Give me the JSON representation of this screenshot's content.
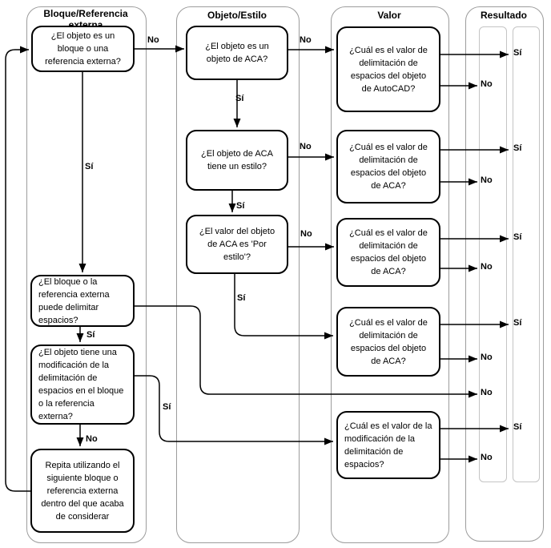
{
  "lanes": [
    {
      "title": "Bloque/Referencia externa"
    },
    {
      "title": "Objeto/Estilo"
    },
    {
      "title": "Valor"
    },
    {
      "title": "Resultado"
    }
  ],
  "nodes": [
    {
      "text": "¿El objeto es un bloque o una referencia externa?"
    },
    {
      "text": "¿El bloque o la referencia externa puede delimitar espacios?"
    },
    {
      "text": "¿El objeto tiene una modificación de la delimitación de espacios en el bloque o la referencia externa?"
    },
    {
      "text": "Repita utilizando el siguiente bloque o referencia externa dentro del que acaba de considerar"
    },
    {
      "text": "¿El objeto es un objeto de ACA?"
    },
    {
      "text": "¿El objeto de ACA tiene un estilo?"
    },
    {
      "text": "¿El valor del objeto de ACA es 'Por estilo'?"
    },
    {
      "text": "¿Cuál es el valor de delimitación de espacios del objeto de AutoCAD?"
    },
    {
      "text": "¿Cuál es el valor de delimitación de espacios del objeto de ACA?"
    },
    {
      "text": "¿Cuál es el valor de delimitación de espacios del objeto de ACA?"
    },
    {
      "text": "¿Cuál es el valor de delimitación de espacios del objeto de ACA?"
    },
    {
      "text": "¿Cuál es el valor de la modificación de la delimitación de espacios?"
    }
  ],
  "edge_labels": [
    "No",
    "Sí",
    "Sí",
    "No",
    "Sí",
    "No",
    "Sí",
    "No",
    "Sí",
    "No",
    "Sí",
    "Sí",
    "No",
    "Sí",
    "No",
    "Sí",
    "No",
    "Sí",
    "No",
    "No",
    "Sí",
    "No"
  ]
}
